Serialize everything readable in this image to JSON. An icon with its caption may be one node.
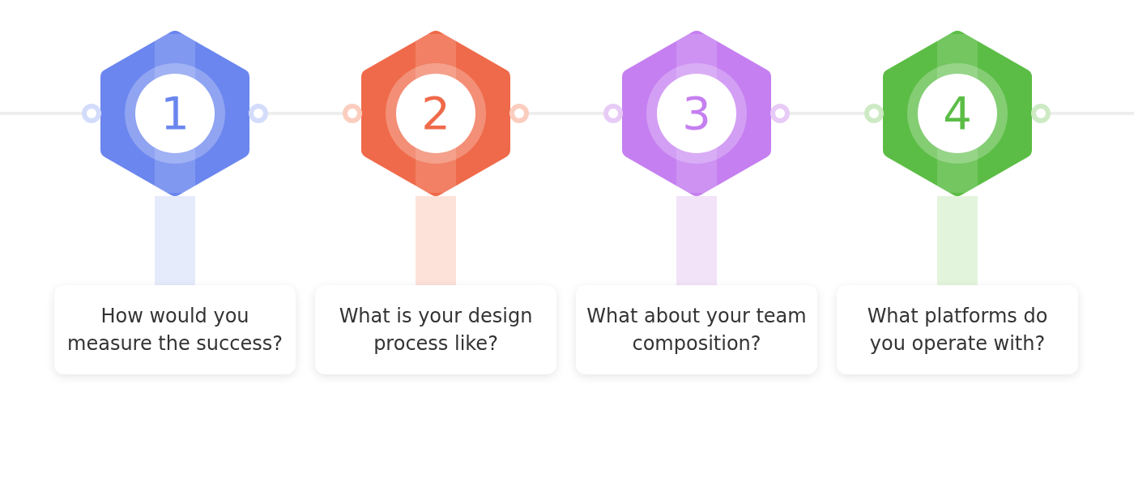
{
  "diagram": {
    "nodes": [
      {
        "text": [
          "1"
        ]
      },
      {
        "text": [
          "2"
        ]
      },
      {
        "text": [
          "3"
        ]
      },
      {
        "text": [
          "4"
        ]
      },
      {
        "text": [
          "How would you measure the success?"
        ]
      },
      {
        "text": [
          "What is your design process like?"
        ]
      },
      {
        "text": [
          "What about your team composition?"
        ]
      },
      {
        "text": [
          "What platforms do you operate with?"
        ]
      }
    ],
    "edges": [
      {
        "from": 0,
        "to": 1,
        "arrow": "none"
      },
      {
        "from": 1,
        "to": 2,
        "arrow": "none"
      },
      {
        "from": 2,
        "to": 3,
        "arrow": "none"
      },
      {
        "from": 0,
        "to": 4,
        "arrow": "none",
        "color": "#e6ebfc"
      },
      {
        "from": 1,
        "to": 5,
        "arrow": "none",
        "color": "#fde2da"
      },
      {
        "from": 2,
        "to": 6,
        "arrow": "none",
        "color": "#f2e3f8"
      },
      {
        "from": 3,
        "to": 7,
        "arrow": "none",
        "color": "#e3f4dc"
      }
    ]
  }
}
